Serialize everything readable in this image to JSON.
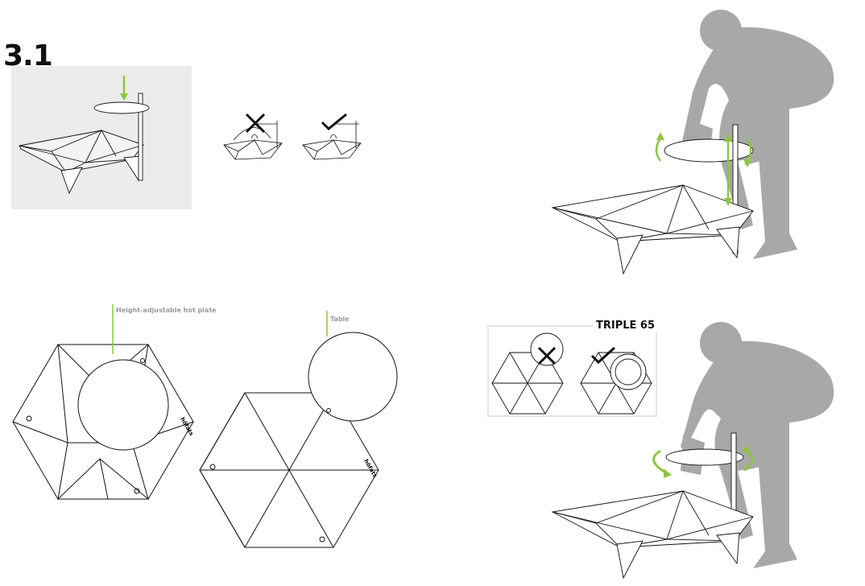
{
  "section_number": "3.1",
  "labels": {
    "hot_plate": "Height-adjustable hot plate",
    "table": "Table"
  },
  "variant": {
    "title": "TRIPLE 65"
  },
  "brand_mark": "höfats",
  "icons": {
    "wrong": "cross-icon",
    "right": "check-icon",
    "arrow": "arrow-down-icon"
  },
  "colors": {
    "accent": "#8cc63f",
    "person": "#a8a8a8",
    "panel": "#ececec",
    "line": "#111111",
    "label": "#9a9a9a"
  }
}
